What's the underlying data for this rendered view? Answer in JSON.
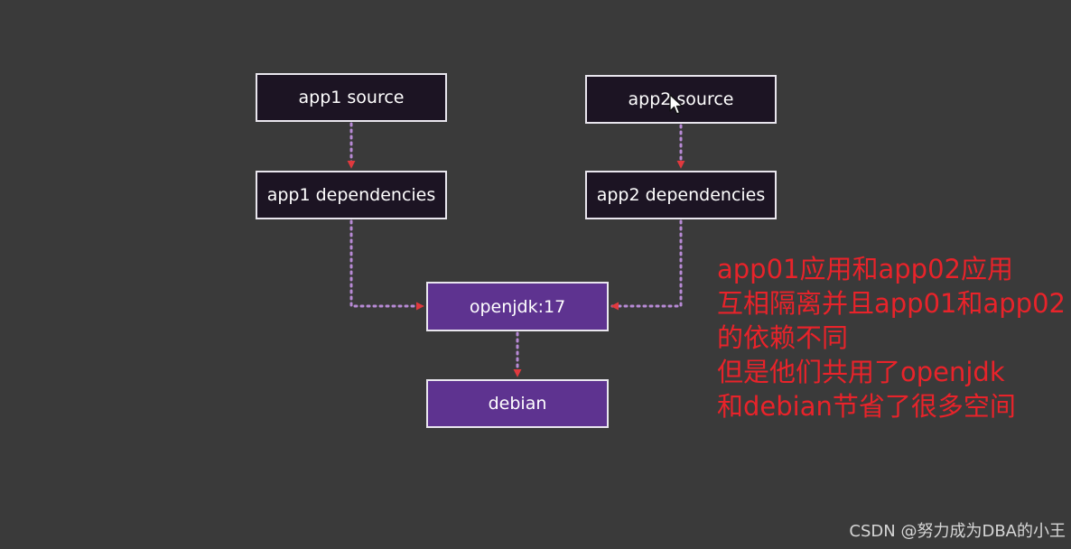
{
  "diagram": {
    "nodes": {
      "app1_source": "app1 source",
      "app2_source": "app2 source",
      "app1_dependencies": "app1 dependencies",
      "app2_dependencies": "app2 dependencies",
      "openjdk": "openjdk:17",
      "debian": "debian"
    },
    "edges": [
      {
        "from": "app1 source",
        "to": "app1 dependencies"
      },
      {
        "from": "app2 source",
        "to": "app2 dependencies"
      },
      {
        "from": "app1 dependencies",
        "to": "openjdk:17"
      },
      {
        "from": "app2 dependencies",
        "to": "openjdk:17"
      },
      {
        "from": "openjdk:17",
        "to": "debian"
      }
    ],
    "colors": {
      "background": "#3a3a3a",
      "dark_box": "#1c1423",
      "purple_box": "#5e3390",
      "link": "#b88ad6",
      "arrowhead": "#e0393e",
      "annotation": "#e8232a"
    }
  },
  "annotation": {
    "lines": [
      "app01应用和app02应用",
      "互相隔离并且app01和app02",
      "的依赖不同",
      "但是他们共用了openjdk",
      "和debian节省了很多空间"
    ]
  },
  "watermark": "CSDN @努力成为DBA的小王"
}
